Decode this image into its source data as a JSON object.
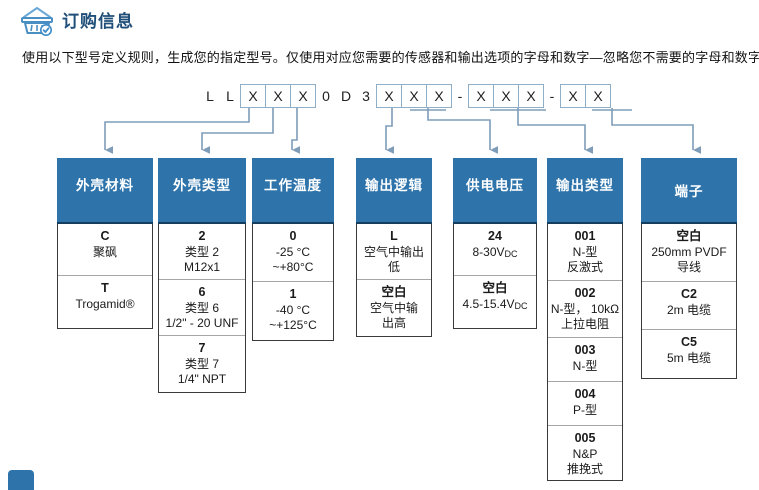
{
  "header": {
    "title": "订购信息",
    "icon": "basket-check-icon",
    "title_color": "#1f4e79"
  },
  "intro": "使用以下型号定义规则，生成您的指定型号。仅使用对应您需要的传感器和输出选项的字母和数字—忽略您不需要的字母和数字。",
  "colors": {
    "header_blue": "#2e74ab",
    "header_border": "#143d5e",
    "connector": "#7f9db9",
    "cell_border": "#3a3a3a",
    "cell_divider": "#a6a6a6"
  },
  "code_row": [
    {
      "type": "char",
      "text": "L"
    },
    {
      "type": "char",
      "text": "L"
    },
    {
      "type": "group",
      "cells": [
        "X",
        "X",
        "X"
      ]
    },
    {
      "type": "char",
      "text": "0"
    },
    {
      "type": "char",
      "text": "D"
    },
    {
      "type": "char",
      "text": "3"
    },
    {
      "type": "group",
      "cells": [
        "X",
        "X",
        "X"
      ]
    },
    {
      "type": "dash",
      "text": "-"
    },
    {
      "type": "group",
      "cells": [
        "X",
        "X",
        "X"
      ]
    },
    {
      "type": "dash",
      "text": "-"
    },
    {
      "type": "group",
      "cells": [
        "X",
        "X"
      ]
    }
  ],
  "columns": [
    {
      "header": "外壳材料",
      "options": [
        {
          "code": "C",
          "desc": [
            "聚砜"
          ]
        },
        {
          "code": "T",
          "desc": [
            "Trogamid®"
          ]
        }
      ]
    },
    {
      "header": "外壳类型",
      "options": [
        {
          "code": "2",
          "desc": [
            "类型 2",
            "M12x1"
          ]
        },
        {
          "code": "6",
          "desc": [
            "类型 6",
            "1/2\" - 20 UNF"
          ]
        },
        {
          "code": "7",
          "desc": [
            "类型 7",
            "1/4\" NPT"
          ]
        }
      ]
    },
    {
      "header": "工作温度",
      "options": [
        {
          "code": "0",
          "desc": [
            "-25 °C",
            "~+80°C"
          ]
        },
        {
          "code": "1",
          "desc": [
            "-40 °C",
            "~+125°C"
          ]
        }
      ]
    },
    {
      "header": "输出逻辑",
      "options": [
        {
          "code": "L",
          "desc": [
            "空气中输出",
            "低"
          ]
        },
        {
          "code": "空白",
          "desc": [
            "空气中输",
            "出高"
          ]
        }
      ]
    },
    {
      "header": "供电电压",
      "options": [
        {
          "code": "24",
          "desc": [
            "8-30Vdc"
          ]
        },
        {
          "code": "空白",
          "desc": [
            "4.5-15.4Vdc"
          ]
        }
      ]
    },
    {
      "header": "输出类型",
      "options": [
        {
          "code": "001",
          "desc": [
            "N-型",
            "反激式"
          ]
        },
        {
          "code": "002",
          "desc": [
            "N-型， 10kΩ",
            "上拉电阻"
          ]
        },
        {
          "code": "003",
          "desc": [
            "N-型"
          ]
        },
        {
          "code": "004",
          "desc": [
            "P-型"
          ]
        },
        {
          "code": "005",
          "desc": [
            "N&P",
            "推挽式"
          ]
        }
      ]
    },
    {
      "header": "端子",
      "options": [
        {
          "code": "空白",
          "desc": [
            "250mm PVDF",
            "导线"
          ]
        },
        {
          "code": "C2",
          "desc": [
            "2m 电缆"
          ]
        },
        {
          "code": "C5",
          "desc": [
            "5m 电缆"
          ]
        }
      ]
    }
  ]
}
